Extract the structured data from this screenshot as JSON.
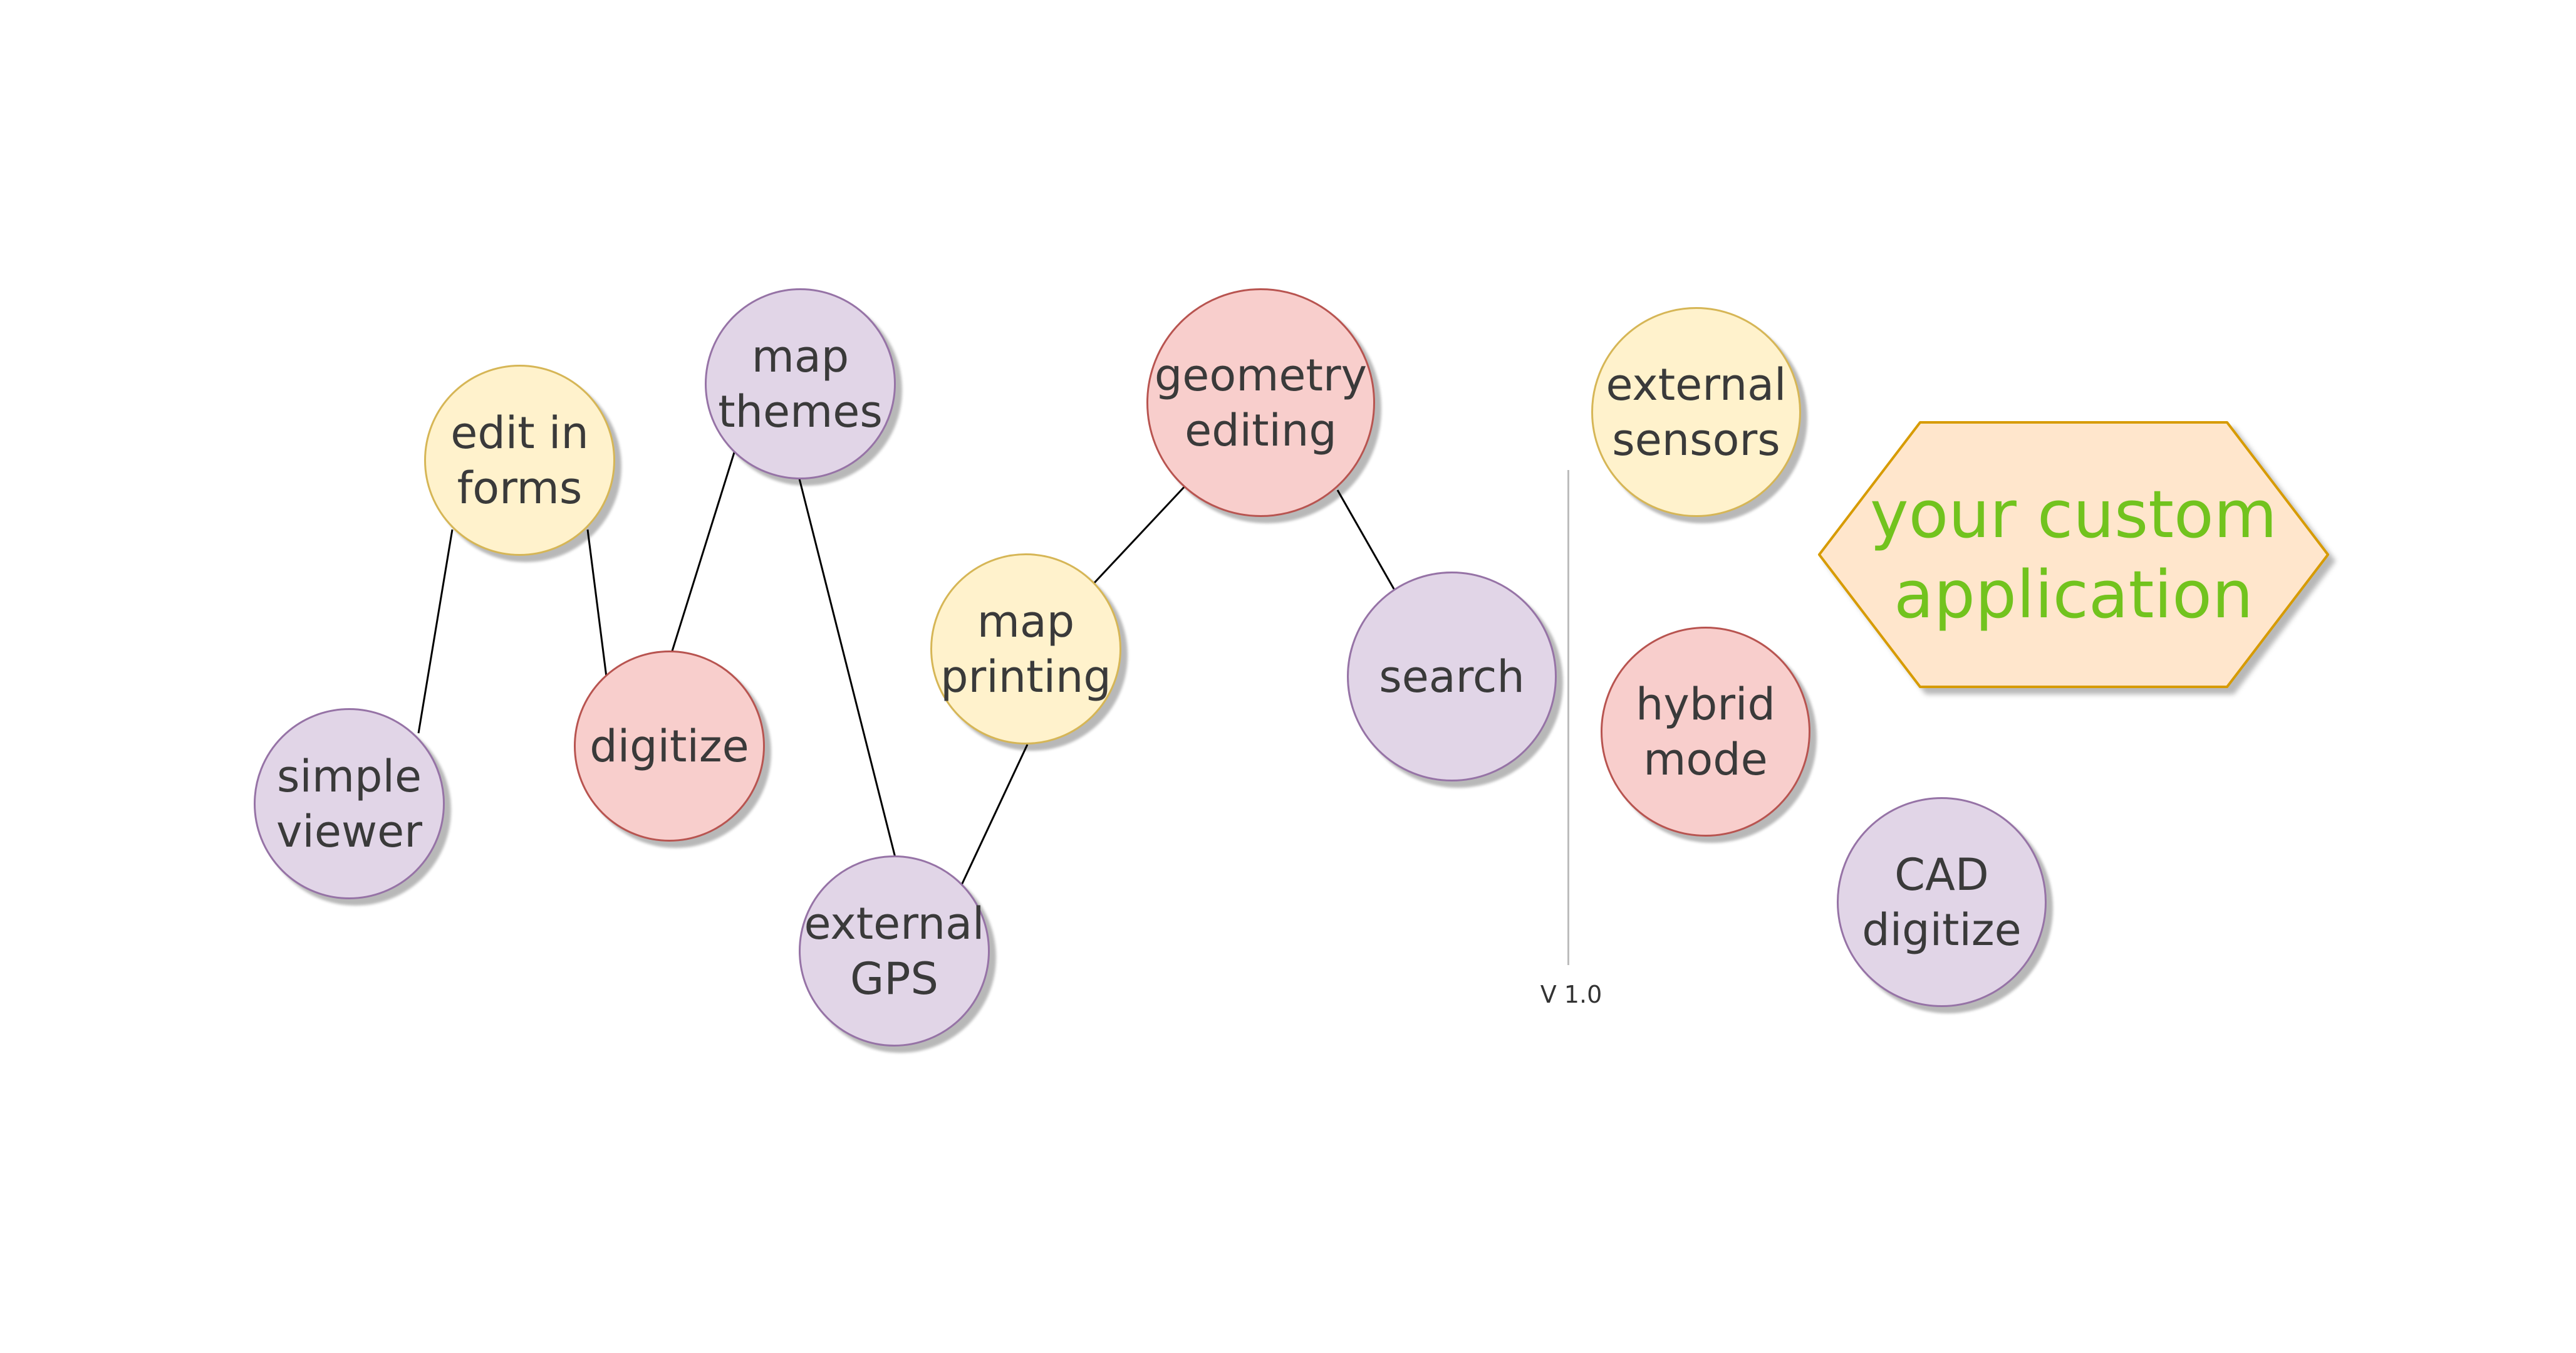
{
  "nodes": {
    "simple_viewer": {
      "line1": "simple",
      "line2": "viewer"
    },
    "edit_in_forms": {
      "line1": "edit in",
      "line2": "forms"
    },
    "digitize": {
      "line1": "digitize"
    },
    "map_themes": {
      "line1": "map",
      "line2": "themes"
    },
    "external_gps": {
      "line1": "external",
      "line2": "GPS"
    },
    "map_printing": {
      "line1": "map",
      "line2": "printing"
    },
    "geometry_editing": {
      "line1": "geometry",
      "line2": "editing"
    },
    "search": {
      "line1": "search"
    },
    "external_sensors": {
      "line1": "external",
      "line2": "sensors"
    },
    "hybrid_mode": {
      "line1": "hybrid",
      "line2": "mode"
    },
    "cad_digitize": {
      "line1": "CAD",
      "line2": "digitize"
    }
  },
  "custom_application": {
    "line1": "your custom",
    "line2": "application"
  },
  "version_label": "V 1.0",
  "colors": {
    "purple_fill": "#e1d5e7",
    "purple_stroke": "#9673a6",
    "yellow_fill": "#fff2cc",
    "yellow_stroke": "#d6b656",
    "red_fill": "#f8cecc",
    "red_stroke": "#b85450",
    "hexagon_fill": "#ffe6cc",
    "hexagon_stroke": "#d79b00",
    "hexagon_text": "#72c31e"
  }
}
